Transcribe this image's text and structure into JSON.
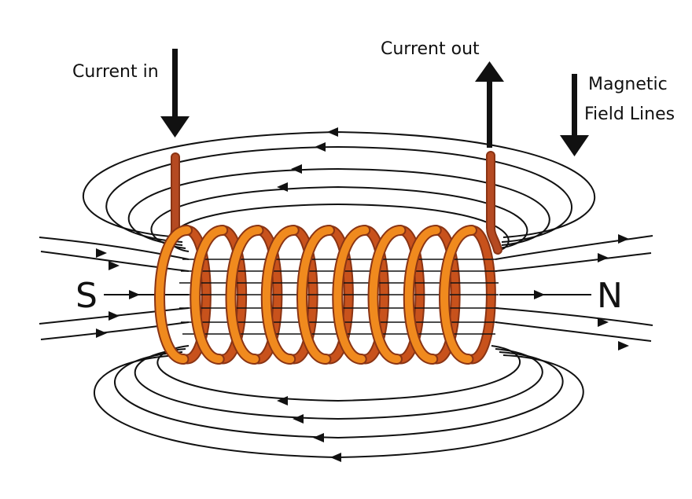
{
  "labels": {
    "current_in": "Current in",
    "current_out": "Current out",
    "field_lines_line1": "Magnetic",
    "field_lines_line2": "Field Lines",
    "south_pole": "S",
    "north_pole": "N"
  },
  "colors": {
    "coil_front": "#f08a1e",
    "coil_back": "#c8521c",
    "coil_outline": "#8a3414",
    "lead_wire": "#b54a22",
    "field_line": "#111111",
    "background": "#ffffff"
  },
  "coil": {
    "turns": 9
  },
  "icons": {
    "current_in": "arrow-down-icon",
    "current_out": "arrow-up-icon",
    "field_lines": "arrow-down-icon"
  }
}
